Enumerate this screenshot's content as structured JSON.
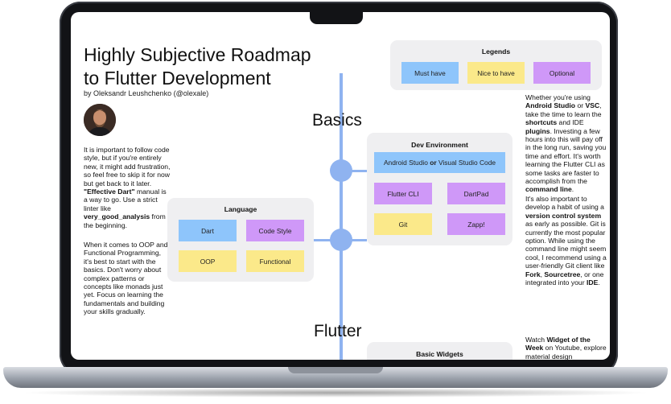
{
  "doc": {
    "title_line1": "Highly Subjective Roadmap",
    "title_line2": "to Flutter Development",
    "byline": "by Oleksandr Leushchenko (@olexale)"
  },
  "colors": {
    "must_have": "#8ec5fb",
    "nice_to_have": "#fbe98a",
    "optional": "#cf98f8",
    "roadmap_line": "#8fb3f0",
    "panel": "#efeff1"
  },
  "legends": {
    "title": "Legends",
    "must_have": "Must have",
    "nice_to_have": "Nice to have",
    "optional": "Optional"
  },
  "headings": {
    "basics": "Basics",
    "flutter": "Flutter"
  },
  "left_text": {
    "p1_a": "It is important to follow code style, but if you're entirely new, it might add frustration, so feel free to skip it for now but get back to it later. ",
    "p1_b": "\"Effective Dart\"",
    "p1_c": " manual is a way to go. Use a strict linter like ",
    "p1_d": "very_good_analysis",
    "p1_e": " from the beginning.",
    "p2": "When it comes to OOP and Functional Programming, it's best to start with the basics. Don't worry about complex patterns or concepts like monads just yet. Focus on learning the fundamentals and building your skills gradually."
  },
  "right_text": {
    "p1_a": "Whether you're using ",
    "p1_b": "Android Studio",
    "p1_c": " or ",
    "p1_d": "VSC",
    "p1_e": ", take the time to learn the ",
    "p1_f": "shortcuts",
    "p1_g": " and IDE ",
    "p1_h": "plugins",
    "p1_i": ". Investing a few hours into this will pay off in the long run, saving you time and effort. It's worth learning the Flutter CLI as some tasks are faster to accomplish from the ",
    "p1_j": "command line",
    "p1_k": ".",
    "p2_a": "It's also important to develop a habit of using a ",
    "p2_b": "version control system",
    "p2_c": " as early as possible. Git is currently the most popular option. While using the command line might seem cool, I recommend using a user-friendly Git client like ",
    "p2_d": "Fork",
    "p2_e": ", ",
    "p2_f": "Sourcetree",
    "p2_g": ", or one integrated into your ",
    "p2_h": "IDE",
    "p2_i": ".",
    "p3_a": "Watch ",
    "p3_b": "Widget of the Week",
    "p3_c": " on Youtube, explore material design"
  },
  "dev_environment": {
    "title": "Dev Environment",
    "ide_a": "Android Studio",
    "ide_or": " or ",
    "ide_b": "Visual Studio Code",
    "flutter_cli": "Flutter CLI",
    "dartpad": "DartPad",
    "git": "Git",
    "zapp": "Zapp!"
  },
  "language": {
    "title": "Language",
    "dart": "Dart",
    "code_style": "Code Style",
    "oop": "OOP",
    "functional": "Functional"
  },
  "basic_widgets": {
    "title": "Basic Widgets"
  }
}
